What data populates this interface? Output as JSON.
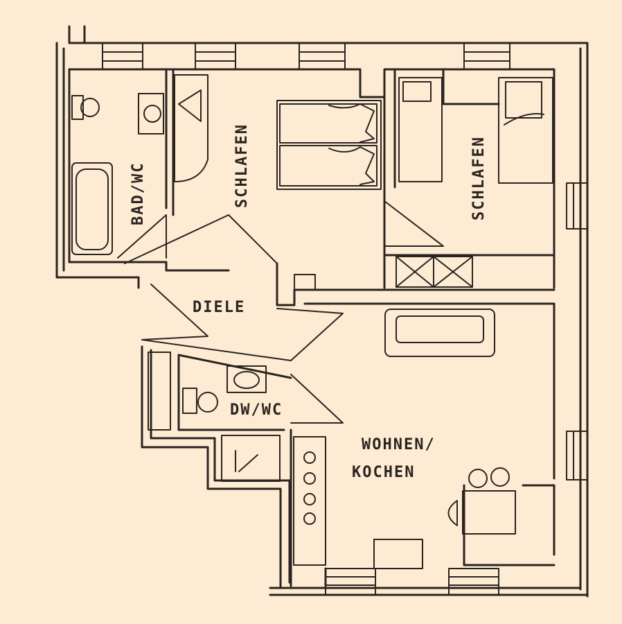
{
  "colors": {
    "paper": "#fdebd3",
    "ink": "#2a2420"
  },
  "rooms": {
    "bad_wc": "BAD/WC",
    "schlafen_1": "SCHLAFEN",
    "schlafen_2": "SCHLAFEN",
    "diele": "DIELE",
    "dwc": "DW/WC",
    "wohnen_line1": "WOHNEN/",
    "wohnen_line2": "KOCHEN"
  }
}
